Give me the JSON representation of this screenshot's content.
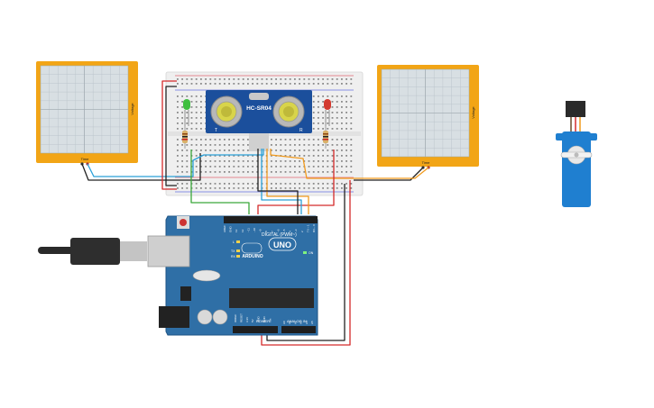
{
  "scopes": [
    {
      "id": "left",
      "x_label": "Time",
      "y_label": "Voltage"
    },
    {
      "id": "right",
      "x_label": "Time",
      "y_label": "Voltage"
    }
  ],
  "sensor": {
    "model": "HC-SR04",
    "pin_left": "T",
    "pin_right": "R"
  },
  "arduino": {
    "digital_label": "DIGITAL (PWM~)",
    "uno_label": "UNO",
    "brand": "ARDUINO",
    "power_label": "POWER",
    "analog_label": "ANALOG IN",
    "led_l": "L",
    "led_tx": "TX",
    "led_rx": "RX",
    "on_label": "ON",
    "aref": "AREF",
    "gnd": "GND",
    "digital_pins": [
      "13",
      "12",
      "~11",
      "~10",
      "~9",
      "8",
      "7",
      "~6",
      "~5",
      "4",
      "~3",
      "2",
      "TX→1",
      "RX←0"
    ],
    "power_pins": [
      "IOREF",
      "RESET",
      "3.3V",
      "5V",
      "GND",
      "GND",
      "Vin"
    ],
    "analog_pins": [
      "A0",
      "A1",
      "A2",
      "A3",
      "A4",
      "A5"
    ]
  },
  "colors": {
    "scope_frame": "#f2a516",
    "scope_screen": "#d8dfe3",
    "breadboard": "#efefef",
    "arduino_board": "#2f6fa6",
    "wire_red": "#d42a2a",
    "wire_black": "#222222",
    "wire_blue": "#2aa0d8",
    "wire_green": "#3aa83a",
    "wire_orange": "#f09a1e",
    "servo_body": "#1f7fd0"
  }
}
